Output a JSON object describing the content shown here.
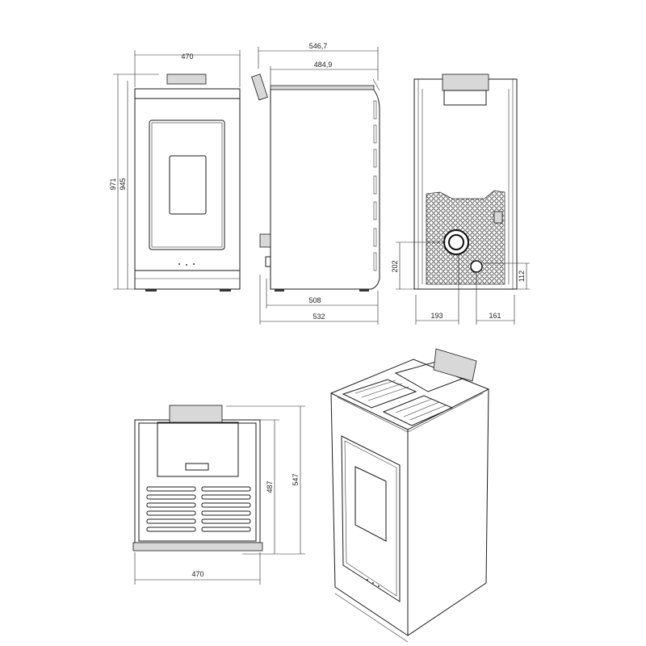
{
  "drawing": {
    "front_view": {
      "width_label": "470",
      "height_total_label": "971",
      "height_body_label": "945"
    },
    "side_view": {
      "depth_total_label": "546,7",
      "depth_top_label": "484,9",
      "depth_base_label": "508",
      "depth_outlet_label": "532"
    },
    "back_view": {
      "flue_height_label": "202",
      "air_inlet_height_label": "112",
      "flue_offset_label": "193",
      "air_inlet_offset_label": "161"
    },
    "top_view": {
      "width_label": "470",
      "depth_body_label": "487",
      "depth_total_label": "547"
    }
  }
}
